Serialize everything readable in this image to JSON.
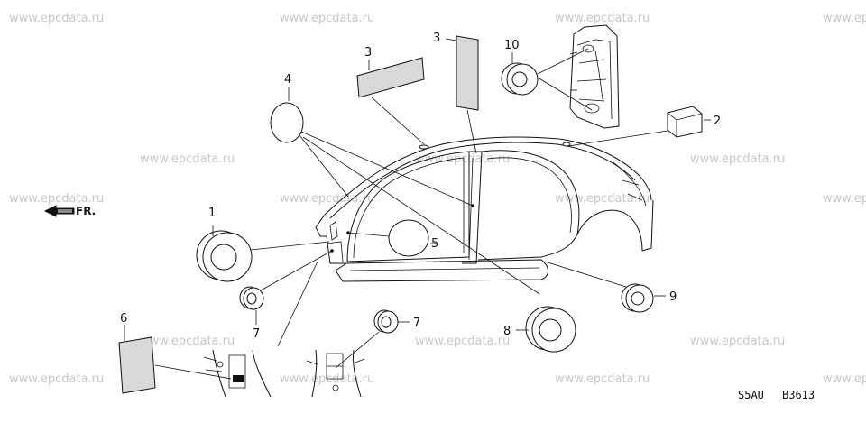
{
  "watermark": "www.epcdata.ru",
  "direction_label": "FR.",
  "callouts": {
    "c1": "1",
    "c2": "2",
    "c3a": "3",
    "c3b": "3",
    "c4": "4",
    "c5": "5",
    "c6": "6",
    "c7a": "7",
    "c7b": "7",
    "c8": "8",
    "c9": "9",
    "c10": "10"
  },
  "footer": {
    "model_code": "S5AU",
    "drawing_code": "B3613"
  }
}
